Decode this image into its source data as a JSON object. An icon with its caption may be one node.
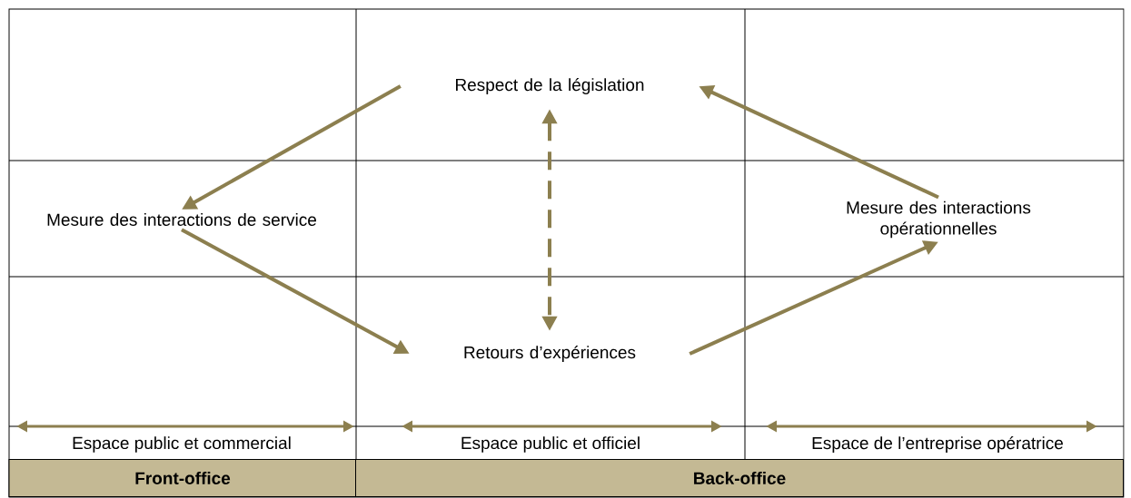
{
  "diagram": {
    "nodes": [
      {
        "text": [
          "Respect de la législation"
        ]
      },
      {
        "text": [
          "Mesure des interactions de service"
        ]
      },
      {
        "text": [
          "Mesure des interactions opérationnelles"
        ]
      },
      {
        "text": [
          "Retours d’expériences"
        ]
      },
      {
        "text": [
          "Front-office"
        ]
      },
      {
        "text": [
          "Back-office"
        ]
      }
    ],
    "edges": [
      {
        "from": 0,
        "to": 1,
        "arrow": "to"
      },
      {
        "from": 1,
        "to": 3,
        "arrow": "to"
      },
      {
        "from": 3,
        "to": 2,
        "arrow": "to"
      },
      {
        "from": 2,
        "to": 0,
        "arrow": "to"
      },
      {
        "from": 0,
        "to": 3,
        "arrow": "both",
        "style": "dashed"
      }
    ],
    "labels": [
      "Espace public et commercial",
      "Espace public et officiel",
      "Espace de l’entreprise opératrice"
    ]
  }
}
